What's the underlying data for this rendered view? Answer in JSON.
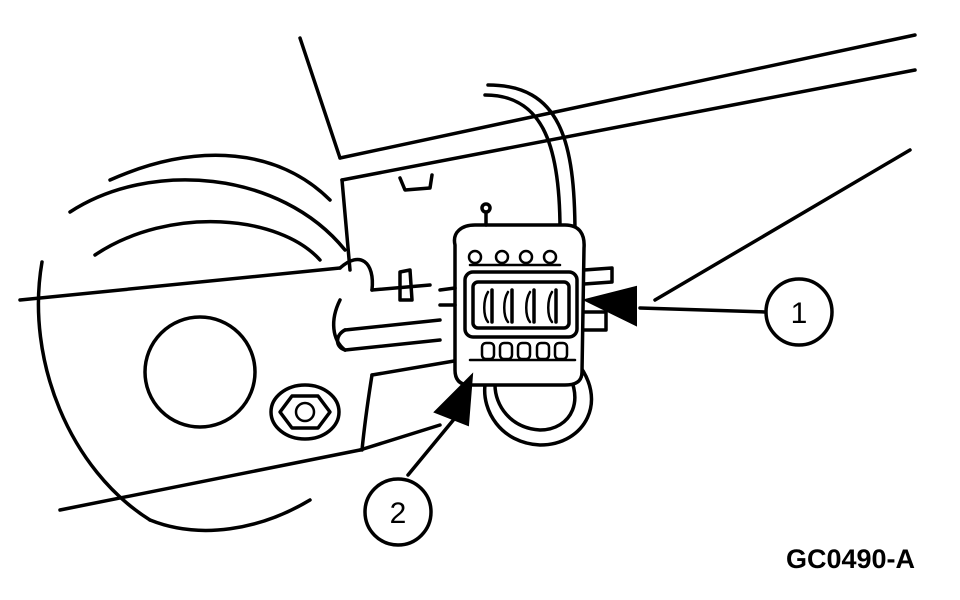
{
  "figure_code": "GC0490-A",
  "callouts": [
    {
      "number": "1"
    },
    {
      "number": "2"
    }
  ],
  "colors": {
    "ink": "#000000",
    "paper": "#ffffff"
  }
}
